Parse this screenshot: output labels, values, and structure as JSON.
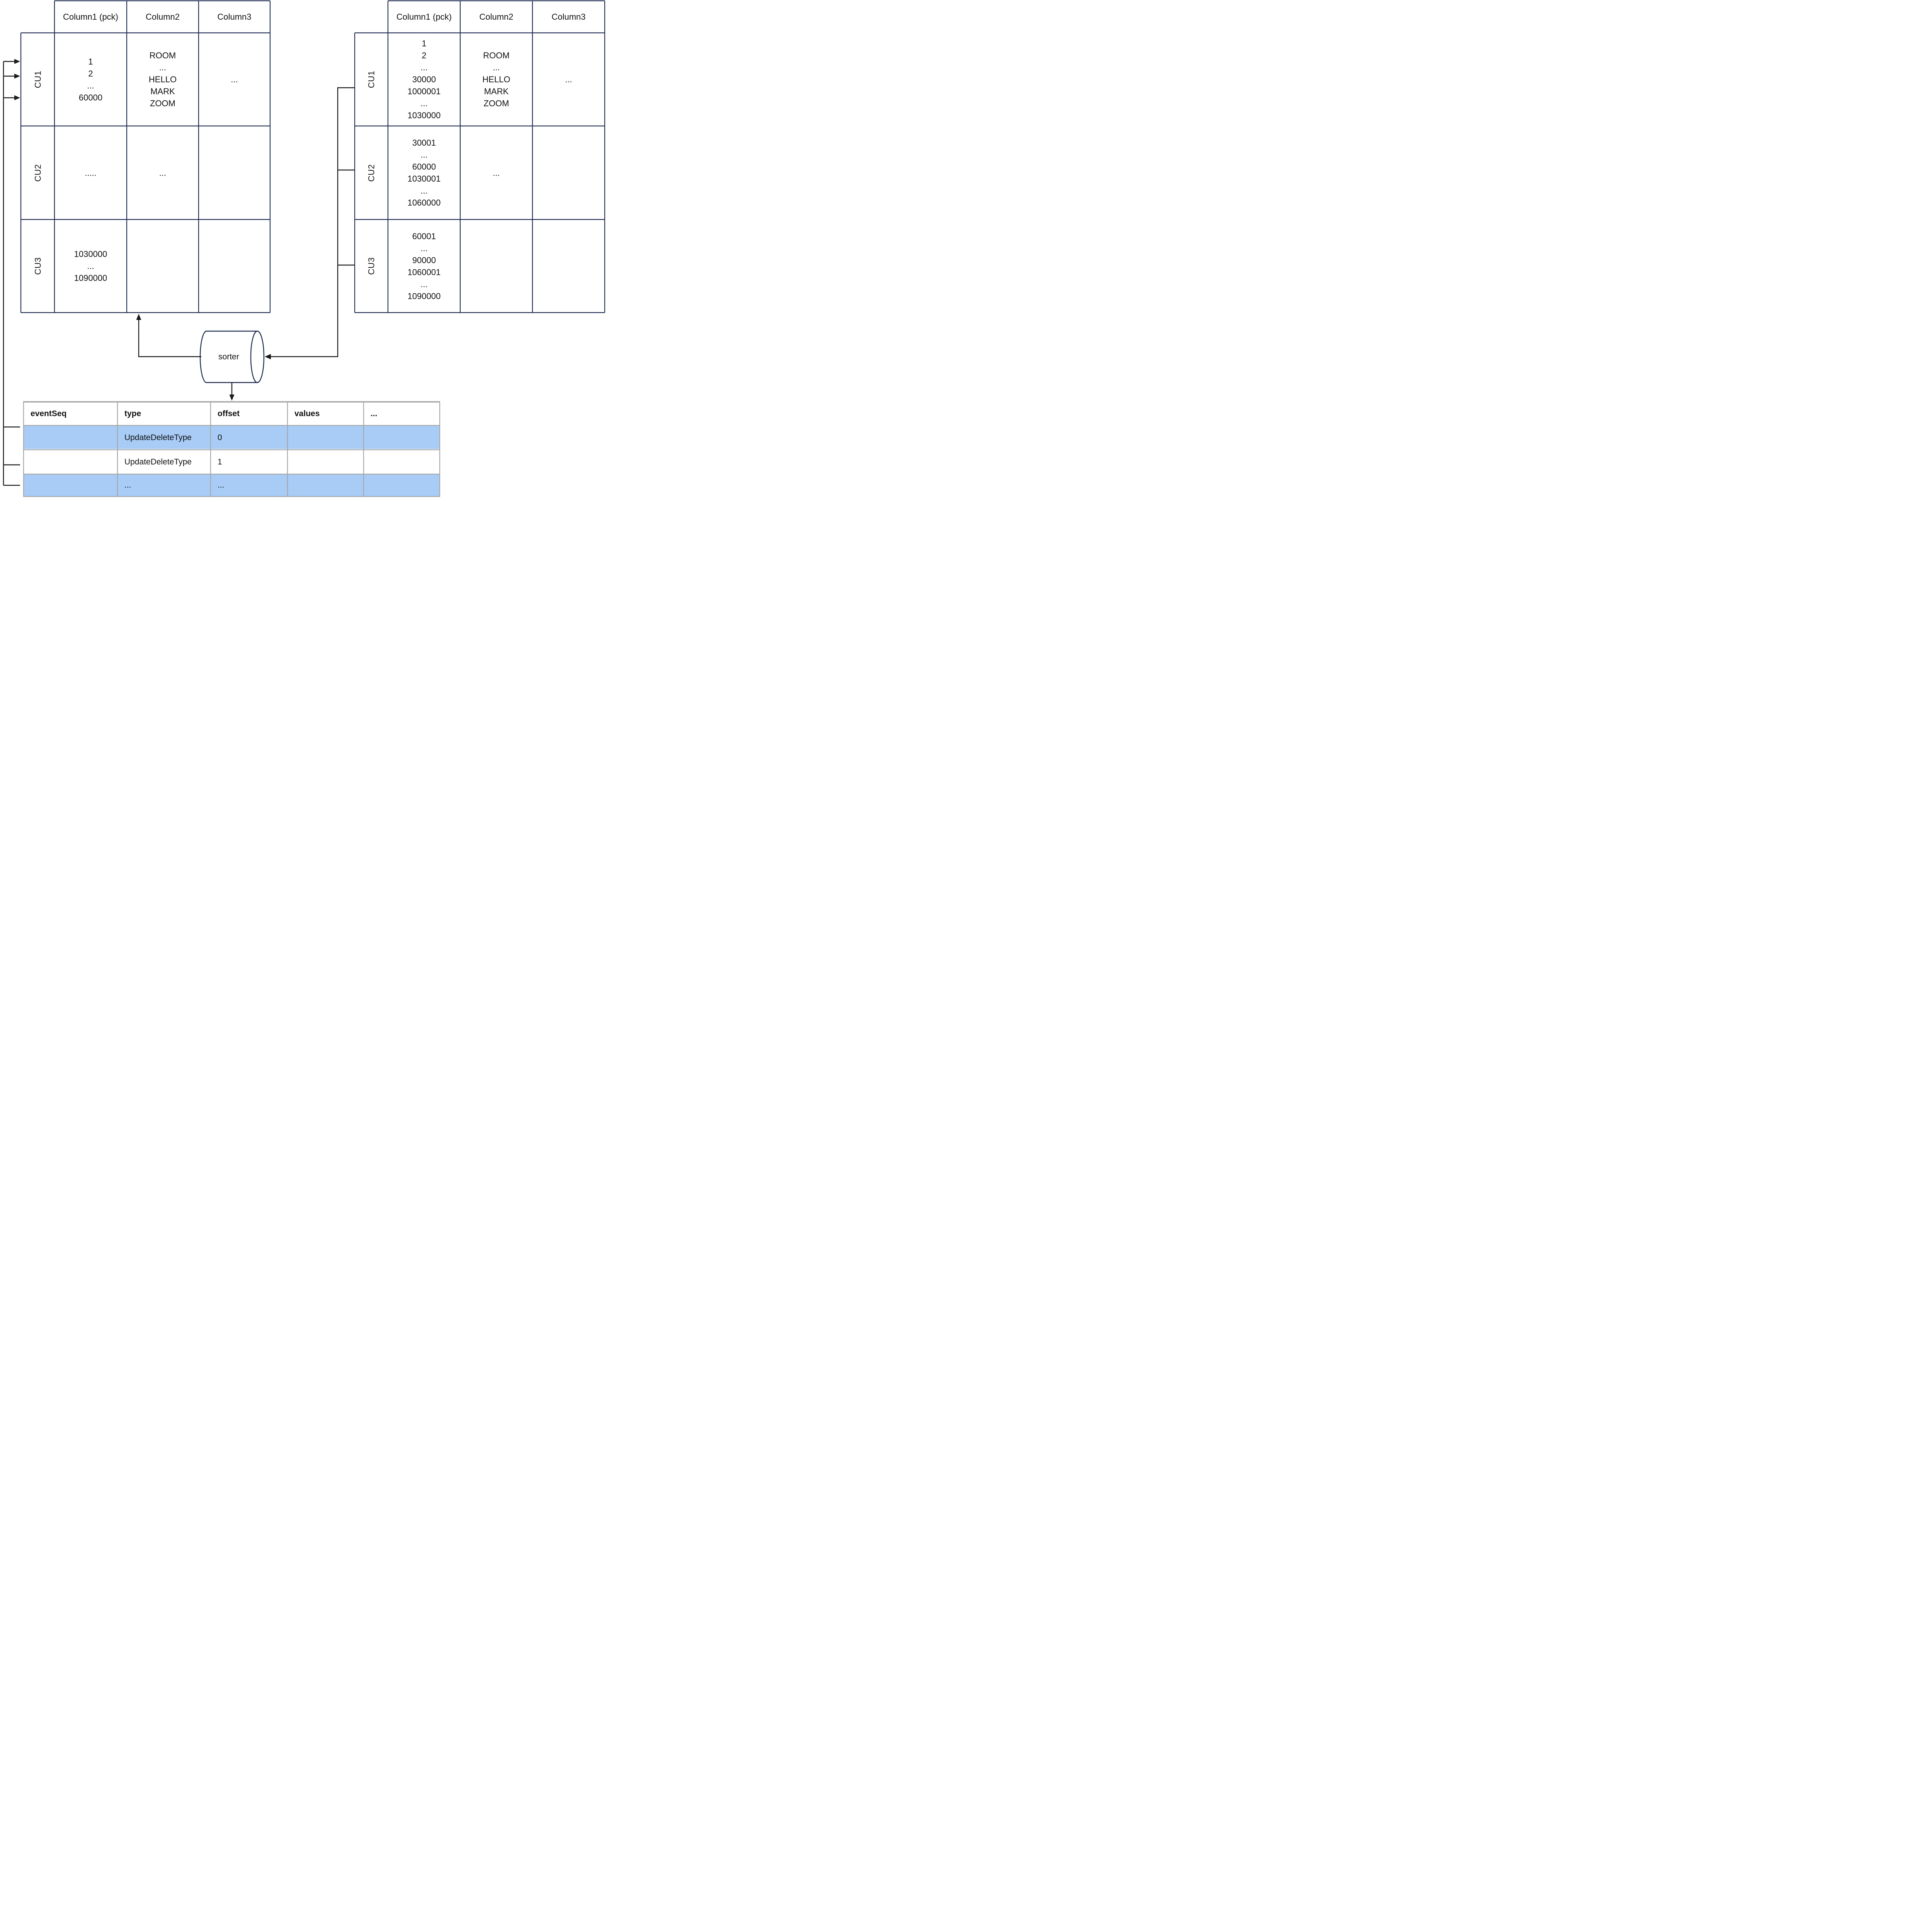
{
  "colors": {
    "table_border": "#1F2B50",
    "connector": "#1A1A1A",
    "event_grid": "#A6A6A6",
    "event_row_fill": "#A8CCF6",
    "text": "#111111",
    "background": "#FFFFFF"
  },
  "left_table": {
    "columns": [
      "Column1 (pck)",
      "Column2",
      "Column3"
    ],
    "rows": [
      {
        "label": "CU1",
        "col1": "1\n2\n...\n60000",
        "col2": "ROOM\n...\nHELLO\nMARK\nZOOM",
        "col3": "..."
      },
      {
        "label": "CU2",
        "col1": ".....",
        "col2": "...",
        "col3": ""
      },
      {
        "label": "CU3",
        "col1": "1030000\n...\n1090000",
        "col2": "",
        "col3": ""
      }
    ]
  },
  "right_table": {
    "columns": [
      "Column1 (pck)",
      "Column2",
      "Column3"
    ],
    "rows": [
      {
        "label": "CU1",
        "col1": "1\n2\n...\n30000\n1000001\n...\n1030000",
        "col2": "ROOM\n...\nHELLO\nMARK\nZOOM",
        "col3": "..."
      },
      {
        "label": "CU2",
        "col1": "30001\n...\n60000\n1030001\n...\n1060000",
        "col2": "...",
        "col3": ""
      },
      {
        "label": "CU3",
        "col1": "60001\n...\n90000\n1060001\n...\n1090000",
        "col2": "",
        "col3": ""
      }
    ]
  },
  "sorter": {
    "label": "sorter"
  },
  "event_table": {
    "columns": [
      "eventSeq",
      "type",
      "offset",
      "values",
      "..."
    ],
    "rows": [
      {
        "eventSeq": "",
        "type": "UpdateDeleteType",
        "offset": "0",
        "values": "",
        "more": ""
      },
      {
        "eventSeq": "",
        "type": "UpdateDeleteType",
        "offset": "1",
        "values": "",
        "more": ""
      },
      {
        "eventSeq": "",
        "type": "...",
        "offset": "...",
        "values": "",
        "more": ""
      }
    ]
  }
}
